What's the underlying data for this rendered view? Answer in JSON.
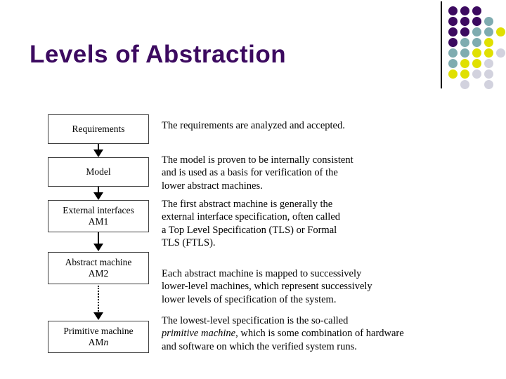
{
  "slide": {
    "title": "Levels of Abstraction"
  },
  "decoration": {
    "rule_name": "vertical-divider-rule",
    "colors": {
      "purple": "#3C0A60",
      "teal": "#7FACB0",
      "yellow": "#E0E000",
      "lavender": "#D2D2DE"
    },
    "dots": [
      {
        "col": 0,
        "row": 0,
        "color": "#3C0A60"
      },
      {
        "col": 1,
        "row": 0,
        "color": "#3C0A60"
      },
      {
        "col": 2,
        "row": 0,
        "color": "#3C0A60"
      },
      {
        "col": 0,
        "row": 1,
        "color": "#3C0A60"
      },
      {
        "col": 1,
        "row": 1,
        "color": "#3C0A60"
      },
      {
        "col": 2,
        "row": 1,
        "color": "#3C0A60"
      },
      {
        "col": 3,
        "row": 1,
        "color": "#7FACB0"
      },
      {
        "col": 0,
        "row": 2,
        "color": "#3C0A60"
      },
      {
        "col": 1,
        "row": 2,
        "color": "#3C0A60"
      },
      {
        "col": 2,
        "row": 2,
        "color": "#7FACB0"
      },
      {
        "col": 3,
        "row": 2,
        "color": "#7FACB0"
      },
      {
        "col": 4,
        "row": 2,
        "color": "#E0E000"
      },
      {
        "col": 0,
        "row": 3,
        "color": "#3C0A60"
      },
      {
        "col": 1,
        "row": 3,
        "color": "#7FACB0"
      },
      {
        "col": 2,
        "row": 3,
        "color": "#7FACB0"
      },
      {
        "col": 3,
        "row": 3,
        "color": "#E0E000"
      },
      {
        "col": 0,
        "row": 4,
        "color": "#7FACB0"
      },
      {
        "col": 1,
        "row": 4,
        "color": "#7FACB0"
      },
      {
        "col": 2,
        "row": 4,
        "color": "#E0E000"
      },
      {
        "col": 3,
        "row": 4,
        "color": "#E0E000"
      },
      {
        "col": 4,
        "row": 4,
        "color": "#D2D2DE"
      },
      {
        "col": 0,
        "row": 5,
        "color": "#7FACB0"
      },
      {
        "col": 1,
        "row": 5,
        "color": "#E0E000"
      },
      {
        "col": 2,
        "row": 5,
        "color": "#E0E000"
      },
      {
        "col": 3,
        "row": 5,
        "color": "#D2D2DE"
      },
      {
        "col": 0,
        "row": 6,
        "color": "#E0E000"
      },
      {
        "col": 1,
        "row": 6,
        "color": "#E0E000"
      },
      {
        "col": 2,
        "row": 6,
        "color": "#D2D2DE"
      },
      {
        "col": 3,
        "row": 6,
        "color": "#D2D2DE"
      },
      {
        "col": 1,
        "row": 7,
        "color": "#D2D2DE"
      },
      {
        "col": 3,
        "row": 7,
        "color": "#D2D2DE"
      }
    ]
  },
  "flow": {
    "nodes": [
      {
        "id": "requirements",
        "line1": "Requirements",
        "line2": "",
        "line2_italic_suffix": ""
      },
      {
        "id": "model",
        "line1": "Model",
        "line2": "",
        "line2_italic_suffix": ""
      },
      {
        "id": "external-interfaces",
        "line1": "External interfaces",
        "line2": "AM1",
        "line2_italic_suffix": ""
      },
      {
        "id": "abstract-machine",
        "line1": "Abstract machine",
        "line2": "AM2",
        "line2_italic_suffix": ""
      },
      {
        "id": "primitive-machine",
        "line1": "Primitive machine",
        "line2": "AM",
        "line2_italic_suffix": "n"
      }
    ]
  },
  "descriptions": [
    {
      "id": "desc-requirements",
      "text": "The requirements are analyzed and accepted."
    },
    {
      "id": "desc-model",
      "text": "The model is proven to be internally consistent\nand is used as a basis for verification of the\nlower abstract machines."
    },
    {
      "id": "desc-am1",
      "text": "The first abstract machine is generally the\nexternal interface specification, often called\na Top Level Specification (TLS) or Formal\nTLS (FTLS)."
    },
    {
      "id": "desc-am2",
      "text": "Each abstract machine is mapped to successively\nlower-level machines, which represent successively\nlower levels of specification of the system."
    },
    {
      "id": "desc-amn",
      "prefix": "The lowest-level specification is the so-called\n",
      "italic": "primitive machine",
      "suffix": ", which is some combination of hardware\nand software on which the verified system runs."
    }
  ]
}
